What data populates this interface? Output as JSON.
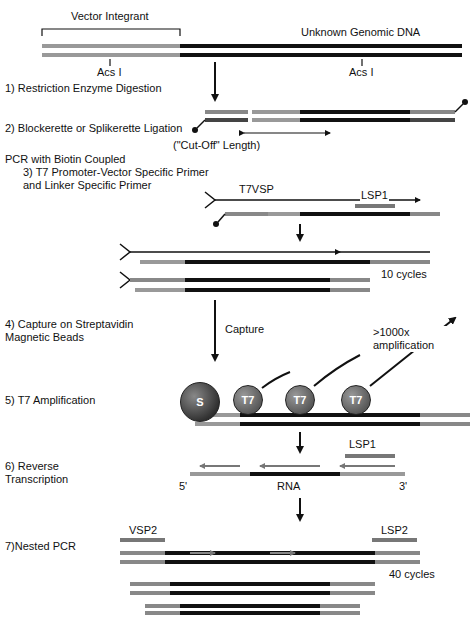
{
  "diagram": {
    "nodes": [
      {
        "text": [
          "S"
        ]
      },
      {
        "text": [
          "T7"
        ]
      },
      {
        "text": [
          "T7"
        ]
      },
      {
        "text": [
          "T7"
        ]
      }
    ],
    "labels": [
      "Vector Integrant",
      "Unknown Genomic DNA",
      "Acs I",
      "Acs I",
      "1) Restriction Enzyme Digestion",
      "2) Blockerette or Splikerette Ligation",
      "(\"Cut-Off\" Length)",
      "PCR with Biotin Coupled",
      "3) T7 Promoter-Vector Specific Primer",
      "and Linker Specific Primer",
      "T7VSP",
      "LSP1",
      "10 cycles",
      "4) Capture on Streptavidin Magnetic Beads",
      "Capture",
      ">1000x amplification",
      "5) T7 Amplification",
      "LSP1",
      "6) Reverse Transcription",
      "5'",
      "RNA",
      "3'",
      "7)Nested PCR",
      "VSP2",
      "LSP2",
      "40 cycles"
    ]
  }
}
